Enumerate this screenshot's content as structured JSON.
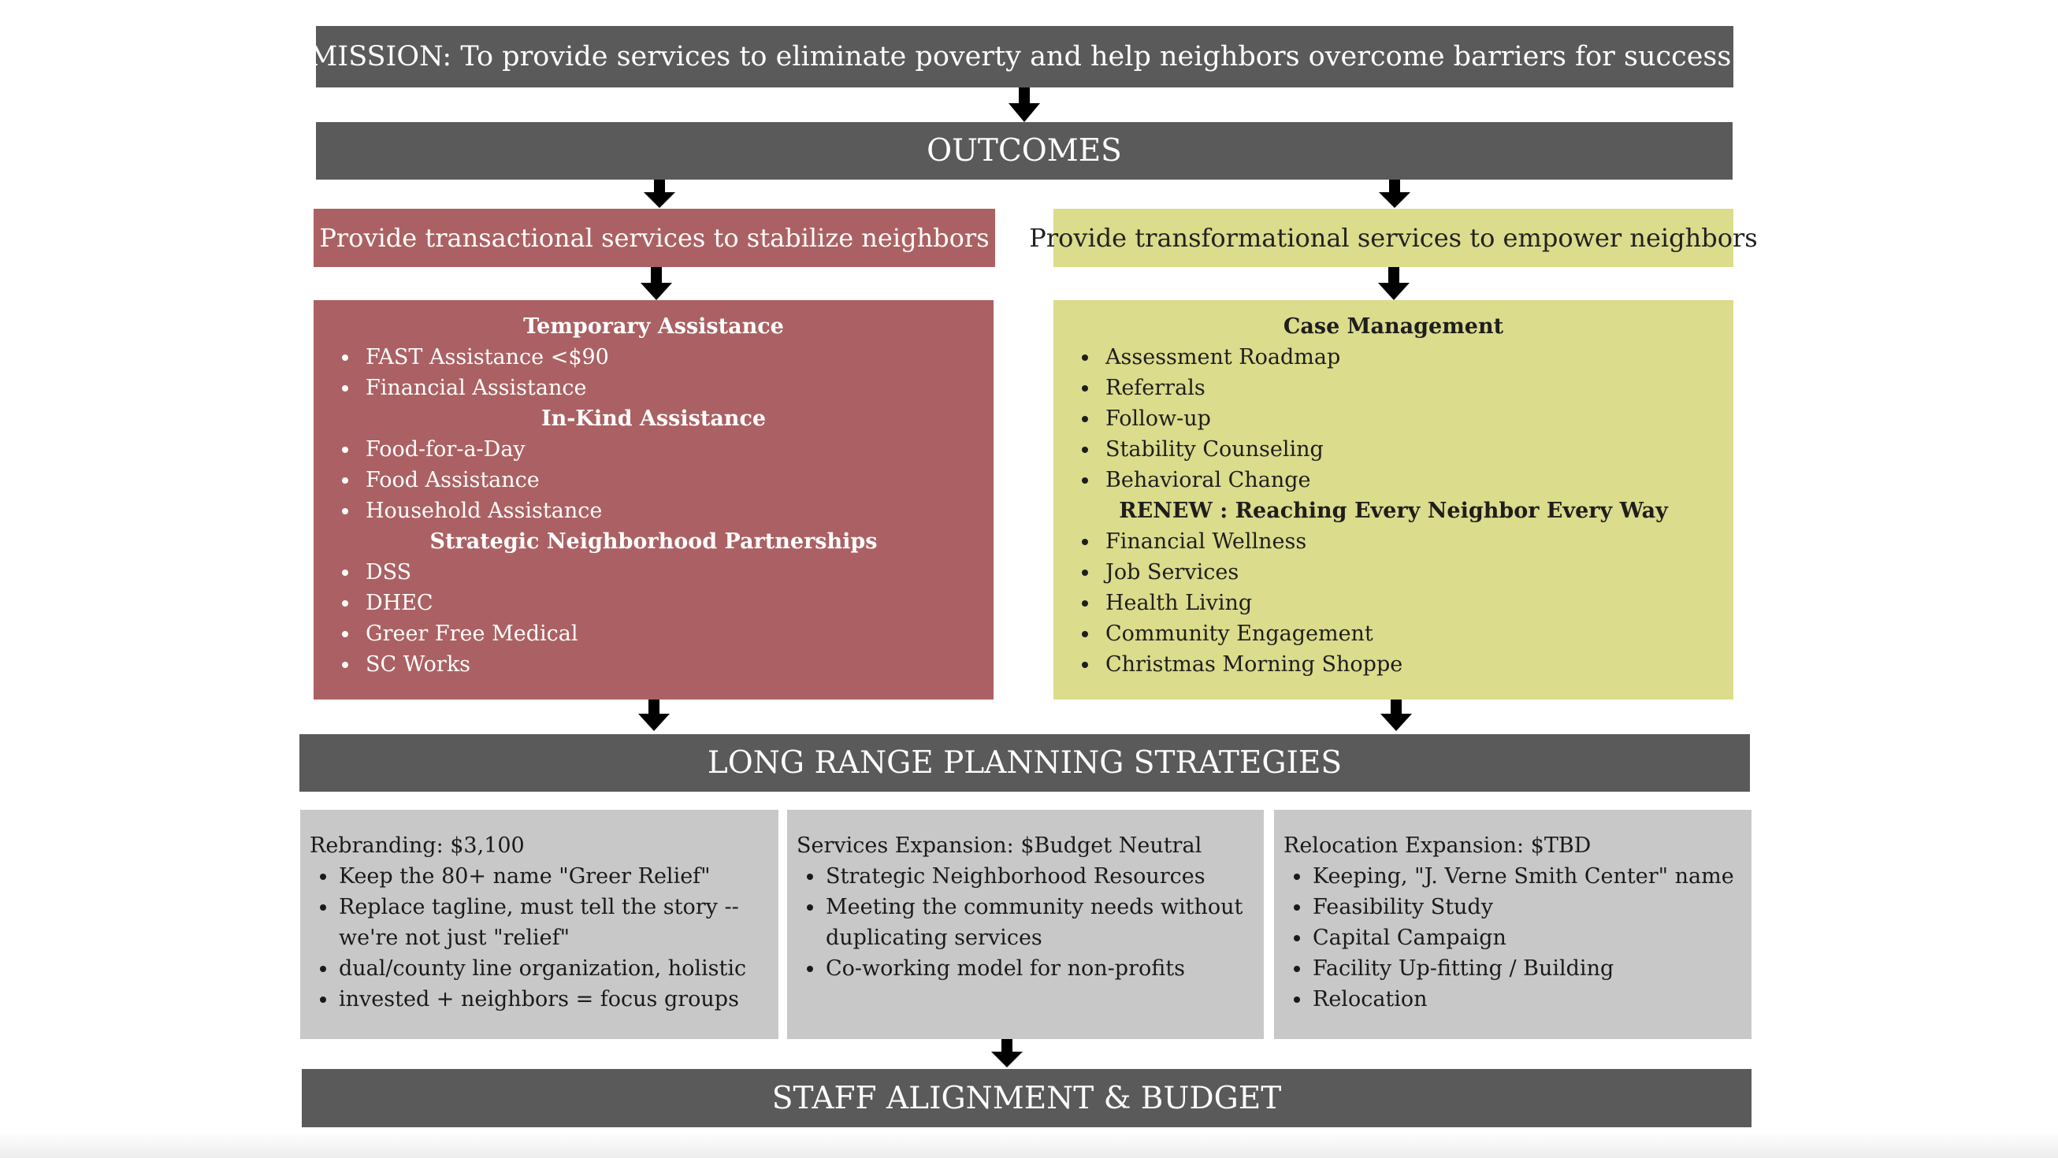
{
  "mission": "MISSION: To provide services to eliminate poverty and help neighbors overcome barriers for success.",
  "outcomes": "OUTCOMES",
  "left": {
    "header": "Provide transactional services to stabilize neighbors",
    "sections": [
      {
        "title": "Temporary Assistance",
        "items": [
          "FAST Assistance <$90",
          "Financial Assistance"
        ]
      },
      {
        "title": "In-Kind Assistance",
        "items": [
          "Food-for-a-Day",
          "Food Assistance",
          "Household Assistance"
        ]
      },
      {
        "title": "Strategic Neighborhood Partnerships",
        "items": [
          "DSS",
          "DHEC",
          "Greer Free Medical",
          "SC Works"
        ]
      }
    ]
  },
  "right": {
    "header": "Provide transformational services to empower neighbors",
    "sections": [
      {
        "title": "Case Management",
        "items": [
          "Assessment Roadmap",
          "Referrals",
          "Follow-up",
          "Stability Counseling",
          "Behavioral Change"
        ]
      },
      {
        "title": "RENEW : Reaching Every Neighbor Every Way",
        "items": [
          "Financial Wellness",
          "Job Services",
          "Health Living",
          "Community Engagement",
          "Christmas Morning Shoppe"
        ]
      }
    ]
  },
  "long_range": "LONG RANGE PLANNING STRATEGIES",
  "strategies": [
    {
      "title": "Rebranding: $3,100",
      "items": [
        "Keep the 80+ name \"Greer Relief\"",
        "Replace tagline, must tell the story -- we're not just \"relief\"",
        "dual/county line organization, holistic",
        "invested + neighbors = focus groups"
      ]
    },
    {
      "title": "Services Expansion: $Budget Neutral",
      "items": [
        "Strategic Neighborhood Resources",
        "Meeting the community needs without duplicating services",
        "Co-working model for non-profits"
      ]
    },
    {
      "title": "Relocation Expansion: $TBD",
      "items": [
        "Keeping, \"J. Verne Smith Center\" name",
        "Feasibility Study",
        "Capital Campaign",
        "Facility Up-fitting / Building",
        "Relocation"
      ]
    }
  ],
  "staff": "STAFF ALIGNMENT & BUDGET",
  "colors": {
    "bar": "#5a5a5a",
    "transactional": "#ab6163",
    "transformational": "#dbdc8c",
    "strategy_box": "#c8c8c8"
  }
}
